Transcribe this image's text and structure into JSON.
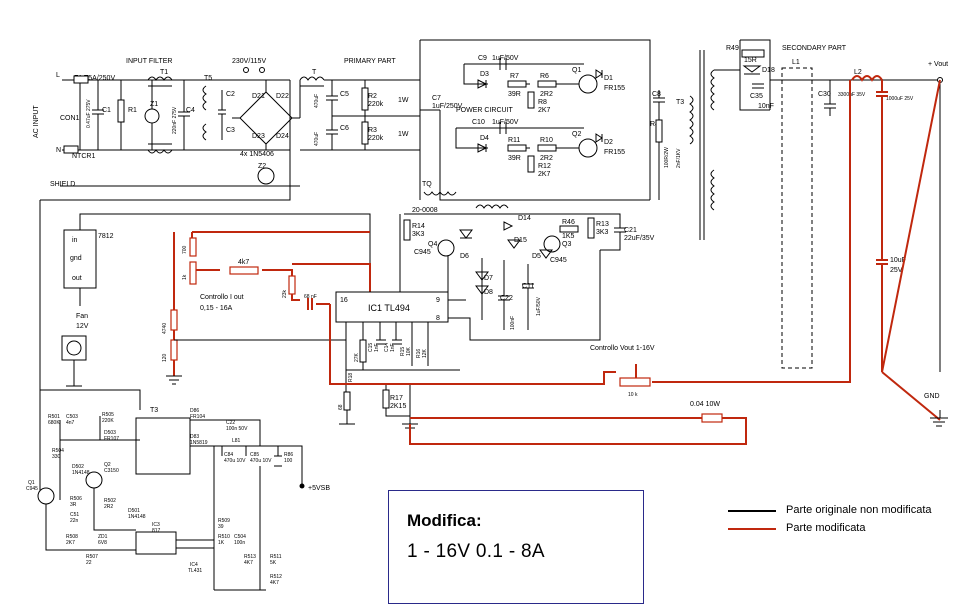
{
  "diagram": {
    "sections": {
      "input_filter": "INPUT FILTER",
      "primary": "PRIMARY PART",
      "secondary": "SECONDARY PART",
      "power_circuit": "POWER CIRCUIT"
    },
    "labels": {
      "ac_input": "AC INPUT",
      "shield": "SHIELD",
      "mains": "230V/115V",
      "l": "L",
      "n": "N",
      "vout_plus": "+ Vout",
      "gnd": "GND",
      "v5sb": "+5VSB",
      "regulator": "7812",
      "reg_in": "in",
      "reg_gnd": "gnd",
      "reg_out": "out",
      "fan": "Fan",
      "fan_v": "12V",
      "control_i": "Controllo I out",
      "control_i_range": "0,15 - 16A",
      "control_v": "Controllo Vout 1-16V",
      "shunt": "0.04 10W",
      "pot": "10 k",
      "ic_tl494": "IC1 TL494",
      "ic_pin16": "16",
      "ic_pin9": "9",
      "ic_pin8": "8",
      "transformer_drive": "20-0008"
    },
    "components": {
      "f1": "F1 T5A/250V",
      "con1": "CON1",
      "t1": "T1",
      "t5": "T5",
      "c1": "C1",
      "c1v": "0.47uF 275V",
      "r1": "R1",
      "z1": "Z1",
      "c2": "C2",
      "c3": "C3",
      "c4": "C4",
      "c4v": "220nF 275V",
      "ntc": "NTCR1",
      "t": "T",
      "d21": "D21",
      "d22": "D22",
      "d23": "D23",
      "d24": "D24",
      "bridge": "4x 1N5406",
      "z2": "Z2",
      "c5": "C5",
      "c6": "C6",
      "cap470a": "470uF",
      "cap470b": "470uF",
      "r2": "R2",
      "r2v": "220k",
      "r3": "R3",
      "r3v": "220k",
      "w1": "1W",
      "w2": "1W",
      "c7": "C7",
      "c7v": "1uF/250V",
      "c9": "C9",
      "c9v": "1uF/50V",
      "c10": "C10",
      "c10v": "1uF/50V",
      "d3": "D3",
      "d4": "D4",
      "r7": "R7",
      "r7v": "39R",
      "r6": "R6",
      "r6v": "2R2",
      "r8": "R8",
      "r8v": "2K7",
      "r11": "R11",
      "r11v": "39R",
      "r10": "R10",
      "r10v": "2R2",
      "r12": "R12",
      "r12v": "2K7",
      "q1": "Q1",
      "q2": "Q2",
      "d1": "D1",
      "d1v": "FR155",
      "d2": "D2",
      "d2v": "FR155",
      "c8": "C8",
      "r4": "R4",
      "r4v": "100R/2W",
      "c8v": "2nF/1KV",
      "t3": "T3",
      "tq": "TQ",
      "r49": "R49",
      "r49v": "15R",
      "d18": "D18",
      "c35": "C35",
      "c35v": "10nF",
      "l1": "L1",
      "l2": "L2",
      "c30": "C30",
      "c30v": "3300uF 35V",
      "c1000": "1000uF 25V",
      "c10uf": "10uF",
      "c10ufv": "25V",
      "r14": "R14",
      "r14v": "3K3",
      "q4": "Q4",
      "q4v": "C945",
      "d6": "D6",
      "d14": "D14",
      "d15": "D15",
      "d5": "D5",
      "r46": "R46",
      "r46v": "1K5",
      "q3": "Q3",
      "q3v": "C945",
      "r13": "R13",
      "r13v": "3K3",
      "c21": "C21",
      "c21v": "22uF/35V",
      "d7": "D7",
      "d8": "D8",
      "c22": "C22",
      "c22v": "100nF",
      "c11": "C11",
      "c11v": "1uF/50V",
      "r700": "700",
      "pot1k": "1k",
      "r4k7": "4k7",
      "r23k": "23k",
      "c68nf": "68 nF",
      "r4740": "4740",
      "r120": "120",
      "r18": "R18",
      "r18v": "27K",
      "c15": "C15",
      "c15v": "1nF",
      "c14": "C14",
      "c14v": "1nF",
      "r15": "R15",
      "r15v": "10K",
      "r16": "R16",
      "r16v": "12K",
      "r68": "68",
      "r17": "R17",
      "r17v": "2K15",
      "t3sb": "T3",
      "r501": "R501",
      "r501v": "680K",
      "c503": "C503",
      "c503v": "4n7",
      "r505": "R505",
      "r505v": "220K",
      "d503": "D503",
      "d503v": "FR107",
      "d86": "D86",
      "d86v": "FR104",
      "c22sb": "C22",
      "c22sbv": "100n 50V",
      "d83": "D83",
      "d83v": "1N5819",
      "l81": "L81",
      "c84": "C84",
      "c84v": "470u 10V",
      "c85": "C85",
      "c85v": "470u 10V",
      "r86": "R86",
      "r86v": "100",
      "r504": "R504",
      "r504v": "330",
      "d502": "D502",
      "d502v": "1N4148",
      "q2sb": "Q2",
      "q2sbv": "C3150",
      "q1sb": "Q1",
      "q1sbv": "C945",
      "r506": "R506",
      "r506v": "3R",
      "c51": "C51",
      "c51v": "22n",
      "r502": "R502",
      "r502v": "2R2",
      "d501": "D501",
      "d501v": "1N4148",
      "ic3": "IC3",
      "ic3v": "817",
      "r508": "R508",
      "r508v": "2K7",
      "zd1": "ZD1",
      "zd1v": "6V8",
      "r507": "R507",
      "r507v": "22",
      "r509": "R509",
      "r509v": "39",
      "r510": "R510",
      "r510v": "1K",
      "c504": "C504",
      "c504v": "100n",
      "r513": "R513",
      "r513v": "4K7",
      "r511": "R511",
      "r511v": "5K",
      "ic4": "IC4",
      "ic4v": "TL431",
      "r512": "R512",
      "r512v": "4K7"
    }
  },
  "modification": {
    "title": "Modifica:",
    "value": "1 - 16V  0.1 - 8A"
  },
  "legend": [
    {
      "label": "Parte originale non modificata",
      "color": "#000000"
    },
    {
      "label": "Parte modificata",
      "color": "#c0280e"
    }
  ]
}
